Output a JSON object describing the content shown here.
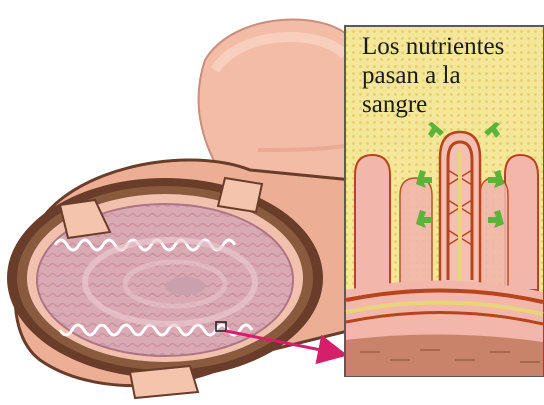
{
  "caption": {
    "lines": [
      "Los nutrientes",
      "pasan a la",
      "sangre"
    ]
  },
  "colors": {
    "skin_light": "#f4c4ad",
    "skin_mid": "#e7a88f",
    "muscle_dark": "#6a3c2a",
    "lining_pink": "#d8a6b2",
    "blood_vessel": "#b8441e",
    "inset_yellow": "#f4e79a",
    "arrow_green": "#5cb33a",
    "pointer_magenta": "#d61f6a",
    "inset_frame": "#5a5a5a"
  },
  "icons": {
    "nutrient_arrow": "green-arrow-icon",
    "callout_pointer": "arrow-right-icon"
  }
}
